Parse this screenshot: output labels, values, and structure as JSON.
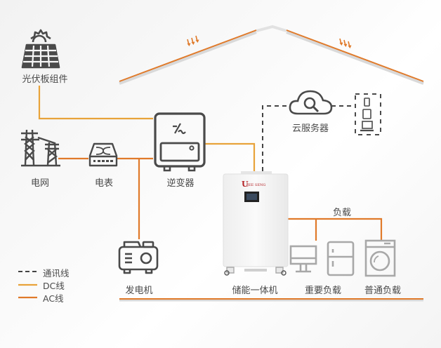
{
  "diagram": {
    "title_hidden": "",
    "colors": {
      "dc": "#e8a33a",
      "ac": "#e07a2a",
      "comm": "#444444",
      "icon": "#4a4a4a",
      "icon_light": "#a8a8a8",
      "brand": "#b32024"
    },
    "nodes": {
      "pv": {
        "label": "光伏板组件",
        "icon": "solar-panel-icon"
      },
      "grid": {
        "label": "电网",
        "icon": "power-tower-icon"
      },
      "meter": {
        "label": "电表",
        "icon": "electric-meter-icon"
      },
      "inverter": {
        "label": "逆变器",
        "icon": "inverter-icon",
        "symbol": "⎓/~"
      },
      "cloud": {
        "label": "云服务器",
        "icon": "cloud-search-icon"
      },
      "devices": {
        "label": "",
        "icon": "mobile-devices-icon"
      },
      "storage": {
        "label": "储能一体机",
        "icon": "storage-cabinet-icon",
        "brand": "JEE SENG",
        "brand_mark": "U"
      },
      "generator": {
        "label": "发电机",
        "icon": "generator-icon"
      },
      "loads_group": {
        "label": "负载"
      },
      "important_load": {
        "label": "重要负载",
        "icons": [
          "monitor-icon",
          "fridge-icon"
        ]
      },
      "normal_load": {
        "label": "普通负载",
        "icon": "washing-machine-icon"
      }
    },
    "legend": [
      {
        "label": "通讯线",
        "style": "dashed",
        "color_key": "comm"
      },
      {
        "label": "DC线",
        "style": "solid",
        "color_key": "dc"
      },
      {
        "label": "AC线",
        "style": "solid",
        "color_key": "ac"
      }
    ],
    "roof": {
      "arrows_left": "↓↓↓",
      "arrows_right": "↓↓↓"
    }
  }
}
